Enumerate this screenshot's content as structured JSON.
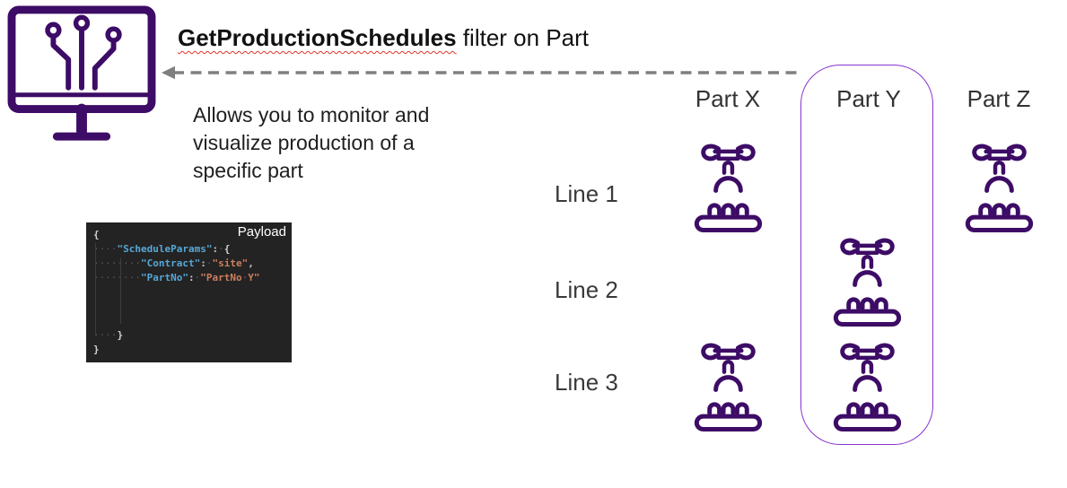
{
  "header": {
    "title_bold": "GetProductionSchedules",
    "title_rest": " filter on Part"
  },
  "description": "Allows you to monitor and\nvisualize production of a\nspecific part",
  "arrow": {
    "direction": "left",
    "style": "dashed",
    "color": "#7f7f7f"
  },
  "code_panel": {
    "label": "Payload",
    "lines": [
      {
        "segments": [
          {
            "c": "brace",
            "t": "{"
          }
        ]
      },
      {
        "segments": [
          {
            "c": "ws",
            "t": "····"
          },
          {
            "c": "key",
            "t": "\"ScheduleParams\""
          },
          {
            "c": "punct",
            "t": ":"
          },
          {
            "c": "ws",
            "t": "·"
          },
          {
            "c": "brace",
            "t": "{"
          }
        ]
      },
      {
        "segments": [
          {
            "c": "ws",
            "t": "········"
          },
          {
            "c": "key",
            "t": "\"Contract\""
          },
          {
            "c": "punct",
            "t": ":"
          },
          {
            "c": "ws",
            "t": "·"
          },
          {
            "c": "str",
            "t": "\"site\""
          },
          {
            "c": "punct",
            "t": ","
          }
        ]
      },
      {
        "segments": [
          {
            "c": "ws",
            "t": "········"
          },
          {
            "c": "key",
            "t": "\"PartNo\""
          },
          {
            "c": "punct",
            "t": ":"
          },
          {
            "c": "ws",
            "t": "·"
          },
          {
            "c": "str",
            "t": "\"PartNo"
          },
          {
            "c": "ws-str",
            "t": "·"
          },
          {
            "c": "str",
            "t": "Y\""
          }
        ]
      },
      {
        "segments": []
      },
      {
        "segments": []
      },
      {
        "segments": []
      },
      {
        "segments": [
          {
            "c": "ws",
            "t": "····"
          },
          {
            "c": "brace",
            "t": "}"
          }
        ]
      },
      {
        "segments": [
          {
            "c": "brace",
            "t": "}"
          }
        ]
      }
    ]
  },
  "grid": {
    "columns": [
      "Part X",
      "Part Y",
      "Part Z"
    ],
    "rows": [
      "Line 1",
      "Line 2",
      "Line 3"
    ],
    "machines": [
      [
        1,
        0,
        1
      ],
      [
        0,
        1,
        0
      ],
      [
        1,
        1,
        0
      ]
    ],
    "highlighted_column": "Part Y"
  },
  "icons": {
    "monitor": "monitor-circuit-icon",
    "machine": "robot-arm-conveyor-icon"
  },
  "colors": {
    "brand_purple": "#3d0c66",
    "highlight_purple": "#8833cc",
    "arrow_gray": "#7f7f7f",
    "code_background": "#232323",
    "code_key_blue": "#57a8d8",
    "code_string_orange": "#cd7f5f",
    "spellcheck_red": "#e0342b"
  }
}
